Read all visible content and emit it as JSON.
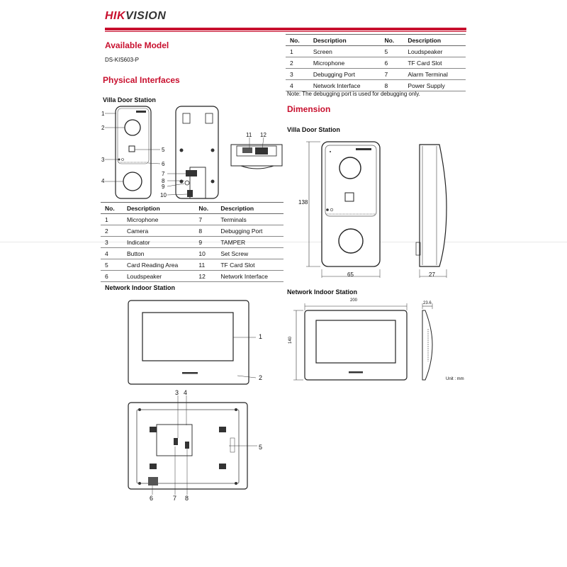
{
  "brand": {
    "logo_hik": "HIK",
    "logo_vision": "VISION",
    "accent": "#c8102e"
  },
  "available_model": {
    "heading": "Available Model",
    "model": "DS-KIS603-P"
  },
  "physical": {
    "heading": "Physical Interfaces",
    "villa_label": "Villa Door Station",
    "callouts": [
      "1",
      "2",
      "3",
      "4",
      "5",
      "6",
      "7",
      "8",
      "9",
      "10",
      "11",
      "12"
    ],
    "villa_table": {
      "headers": [
        "No.",
        "Description",
        "No.",
        "Description"
      ],
      "rows": [
        [
          "1",
          "Microphone",
          "7",
          "Terminals"
        ],
        [
          "2",
          "Camera",
          "8",
          "Debugging Port"
        ],
        [
          "3",
          "Indicator",
          "9",
          "TAMPER"
        ],
        [
          "4",
          "Button",
          "10",
          "Set Screw"
        ],
        [
          "5",
          "Card Reading Area",
          "11",
          "TF Card Slot"
        ],
        [
          "6",
          "Loudspeaker",
          "12",
          "Network Interface"
        ]
      ]
    },
    "indoor_label": "Network Indoor Station",
    "indoor_callouts": [
      "1",
      "2",
      "3",
      "4",
      "5",
      "6",
      "7",
      "8"
    ],
    "indoor_table": {
      "headers": [
        "No.",
        "Description",
        "No.",
        "Description"
      ],
      "rows": [
        [
          "1",
          "Screen",
          "5",
          "Loudspeaker"
        ],
        [
          "2",
          "Microphone",
          "6",
          "TF Card Slot"
        ],
        [
          "3",
          "Debugging Port",
          "7",
          "Alarm Terminal"
        ],
        [
          "4",
          "Network Interface",
          "8",
          "Power Supply"
        ]
      ]
    },
    "note": "Note: The debugging port is used for debugging only."
  },
  "dimension": {
    "heading": "Dimension",
    "villa_label": "Villa Door Station",
    "villa_height": "138",
    "villa_width": "65",
    "villa_depth": "27",
    "indoor_label": "Network Indoor Station",
    "indoor_width": "200",
    "indoor_height": "140",
    "indoor_depth": "23.6",
    "unit": "Unit : mm"
  }
}
